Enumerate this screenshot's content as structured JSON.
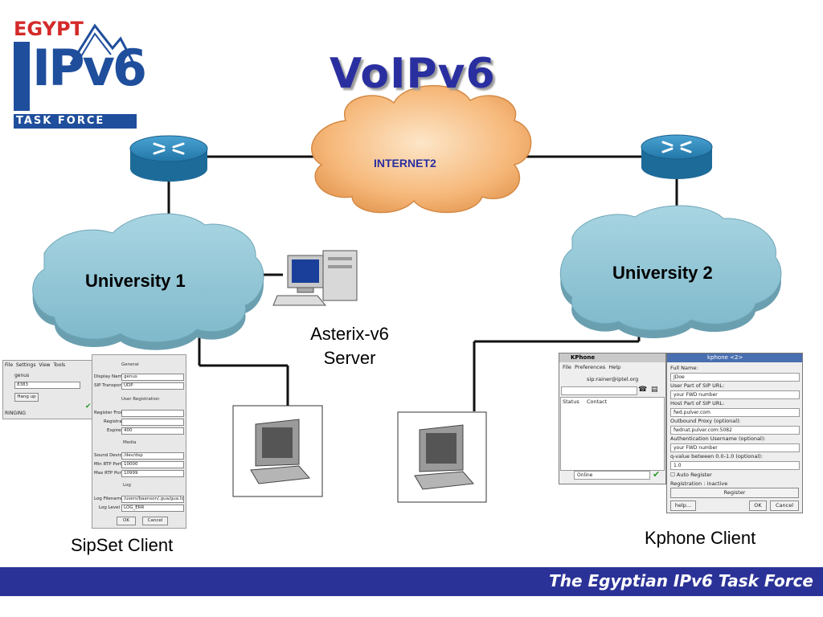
{
  "title": "VoIPv6",
  "logo": {
    "line1": "EGYPT",
    "line2": "IPv6",
    "line3": "TASK FORCE"
  },
  "nodes": {
    "internet": "INTERNET2",
    "university1": "University 1",
    "university2": "University 2",
    "server_line1": "Asterix-v6",
    "server_line2": "Server"
  },
  "captions": {
    "sipset": "SipSet Client",
    "kphone": "Kphone Client"
  },
  "footer": "The Egyptian IPv6 Task Force",
  "sipset_menu": {
    "menu": [
      "File",
      "Settings",
      "View",
      "Tools"
    ],
    "user": "genus",
    "number": "8383",
    "hangup": "Hang up",
    "status": "RINGING"
  },
  "sipset_config": {
    "sec_general": "General",
    "display_name_label": "Display Name",
    "display_name": "genus",
    "sip_transport_label": "SIP Transport",
    "sip_transport": "UDP",
    "sec_registration": "User Registration",
    "register_from_label": "Register From",
    "registrar_label": "Registrar",
    "expires_label": "Expires",
    "expires": "400",
    "sec_media": "Media",
    "sound_device_label": "Sound Device",
    "sound_device": "/dev/dsp",
    "min_rtp_label": "Min RTP Port",
    "min_rtp": "10000",
    "max_rtp_label": "Max RTP Port",
    "max_rtp": "10999",
    "sec_log": "Log",
    "log_file_label": "Log Filename",
    "log_file": "/users/baanson/.gua/gua.log",
    "log_level_label": "Log Level",
    "log_level": "LOG_ERR",
    "ok": "OK",
    "cancel": "Cancel"
  },
  "kphone_main": {
    "title": "KPhone",
    "menu": [
      "File",
      "Preferences",
      "Help"
    ],
    "sip_address": "sip:rainer@iptel.org",
    "col_status": "Status",
    "col_contact": "Contact",
    "presence": "Online"
  },
  "kphone_dialog": {
    "title": "kphone <2>",
    "full_name_label": "Full Name:",
    "full_name": "JDoe",
    "user_part_label": "User Part of SIP URL:",
    "user_part": "your FWD number",
    "host_part_label": "Host Part of SIP URL:",
    "host_part": "fwd.pulver.com",
    "proxy_label": "Outbound Proxy (optional):",
    "proxy": "fwdnat.pulver.com:5082",
    "auth_label": "Authentication Username (optional):",
    "auth": "your FWD number",
    "q_label": "q-value between 0.0-1.0 (optional):",
    "q_value": "1.0",
    "auto_register": "Auto Register",
    "registration": "Registration : inactive",
    "register_btn": "Register",
    "help_btn": "help...",
    "ok_btn": "OK",
    "cancel_btn": "Cancel"
  },
  "colors": {
    "title": "#2a2fa0",
    "footer": "#2b3297",
    "cloud_blue": "#8fc6d6",
    "cloud_orange": "#f6b87a",
    "router": "#2f86b8"
  }
}
